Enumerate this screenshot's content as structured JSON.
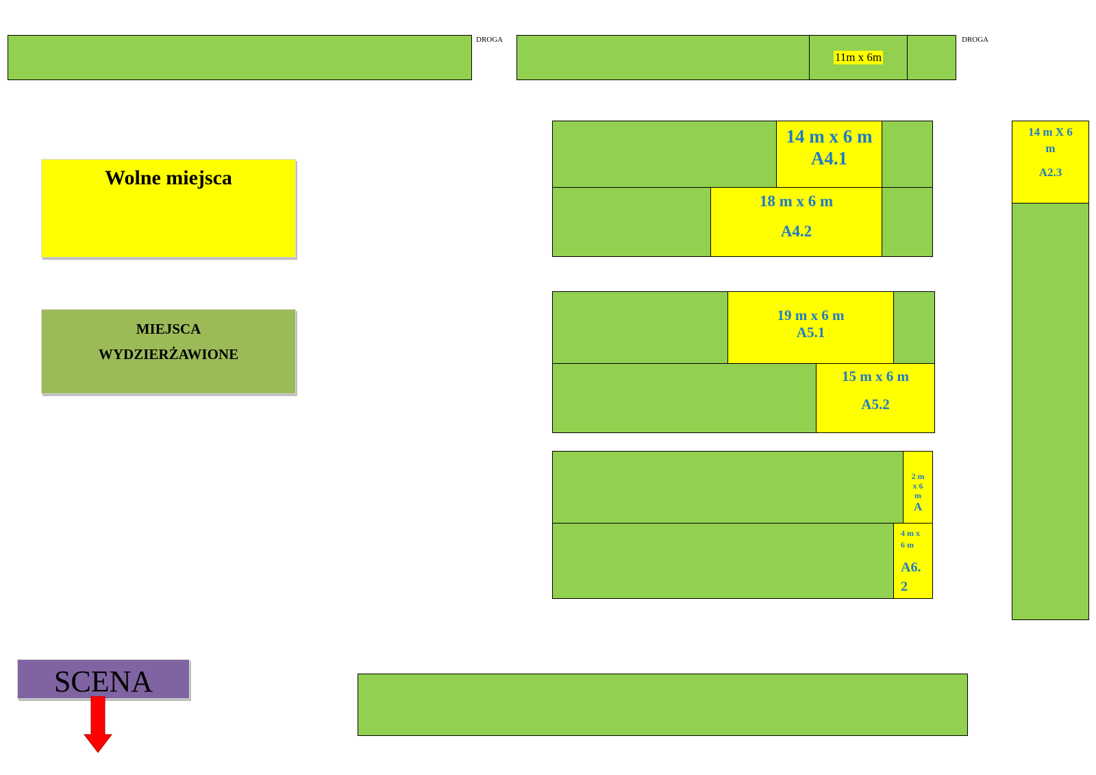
{
  "road": {
    "label_left": "DROGA",
    "label_right": "DROGA"
  },
  "top_row": {
    "free_plot": {
      "size": "11m x 6m"
    }
  },
  "block_a4": {
    "a41": {
      "size": "14 m x 6 m",
      "id": "A4.1"
    },
    "a42": {
      "size": "18 m x 6 m",
      "id": "A4.2"
    }
  },
  "block_a5": {
    "a51": {
      "size": "19 m x 6 m",
      "id": "A5.1"
    },
    "a52": {
      "size": "15 m x 6 m",
      "id": "A5.2"
    }
  },
  "block_a6": {
    "a61": {
      "line1": "2 m",
      "line2": "x 6",
      "line3": "m",
      "id": "A"
    },
    "a62": {
      "line1": "4 m x",
      "line2": "6 m",
      "id_line1": "A6.",
      "id_line2": "2"
    }
  },
  "block_a2": {
    "a23": {
      "line1": "14 m X 6",
      "line2": "m",
      "id": "A2.3"
    }
  },
  "legend": {
    "free_label": "Wolne miejsca",
    "leased_label_line1": "MIEJSCA",
    "leased_label_line2": "WYDZIERŻAWIONE"
  },
  "stage": {
    "label": "SCENA"
  },
  "colors": {
    "leased": "#92d050",
    "free": "#ffff00",
    "free_text": "#1f7ac8",
    "legend_leased": "#9bbb59",
    "stage": "#8064a2",
    "arrow": "#ff0000"
  }
}
